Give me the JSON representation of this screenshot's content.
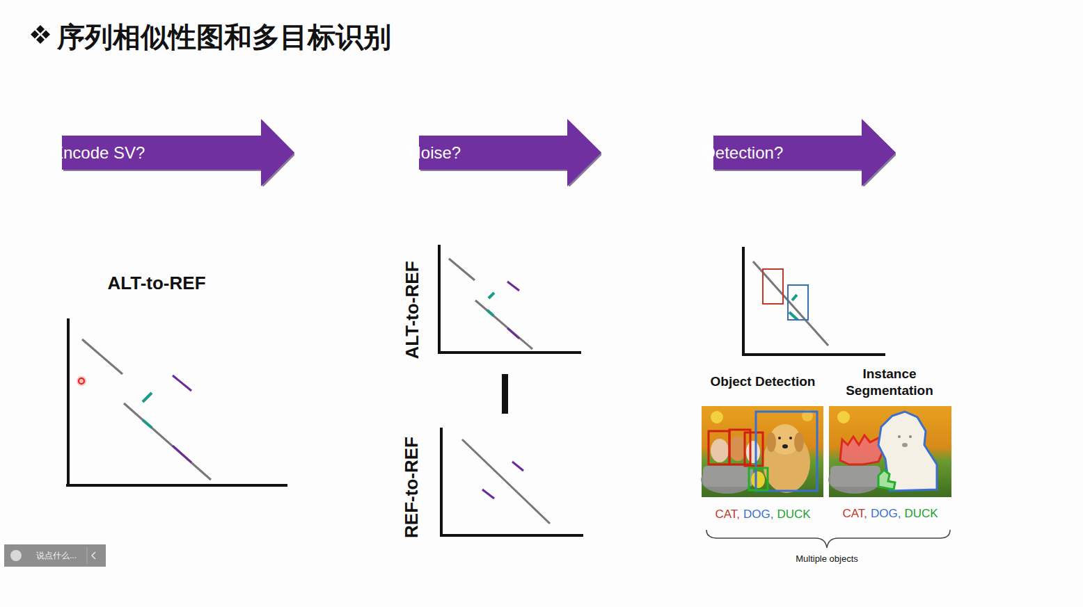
{
  "diagram": {
    "title": "序列相似性图和多目标识别",
    "nodes": [
      {
        "text": [
          "Encode SV?"
        ]
      },
      {
        "text": [
          "Noise?"
        ]
      },
      {
        "text": [
          "Detection?"
        ]
      }
    ],
    "labels": [
      "ALT-to-REF",
      "ALT-to-REF",
      "REF-to-REF",
      "Object Detection",
      "Instance Segmentation",
      "CAT,",
      "DOG,",
      "DUCK",
      "CAT,",
      "DOG,",
      "DUCK",
      "Multiple objects",
      "说点什么..."
    ]
  }
}
